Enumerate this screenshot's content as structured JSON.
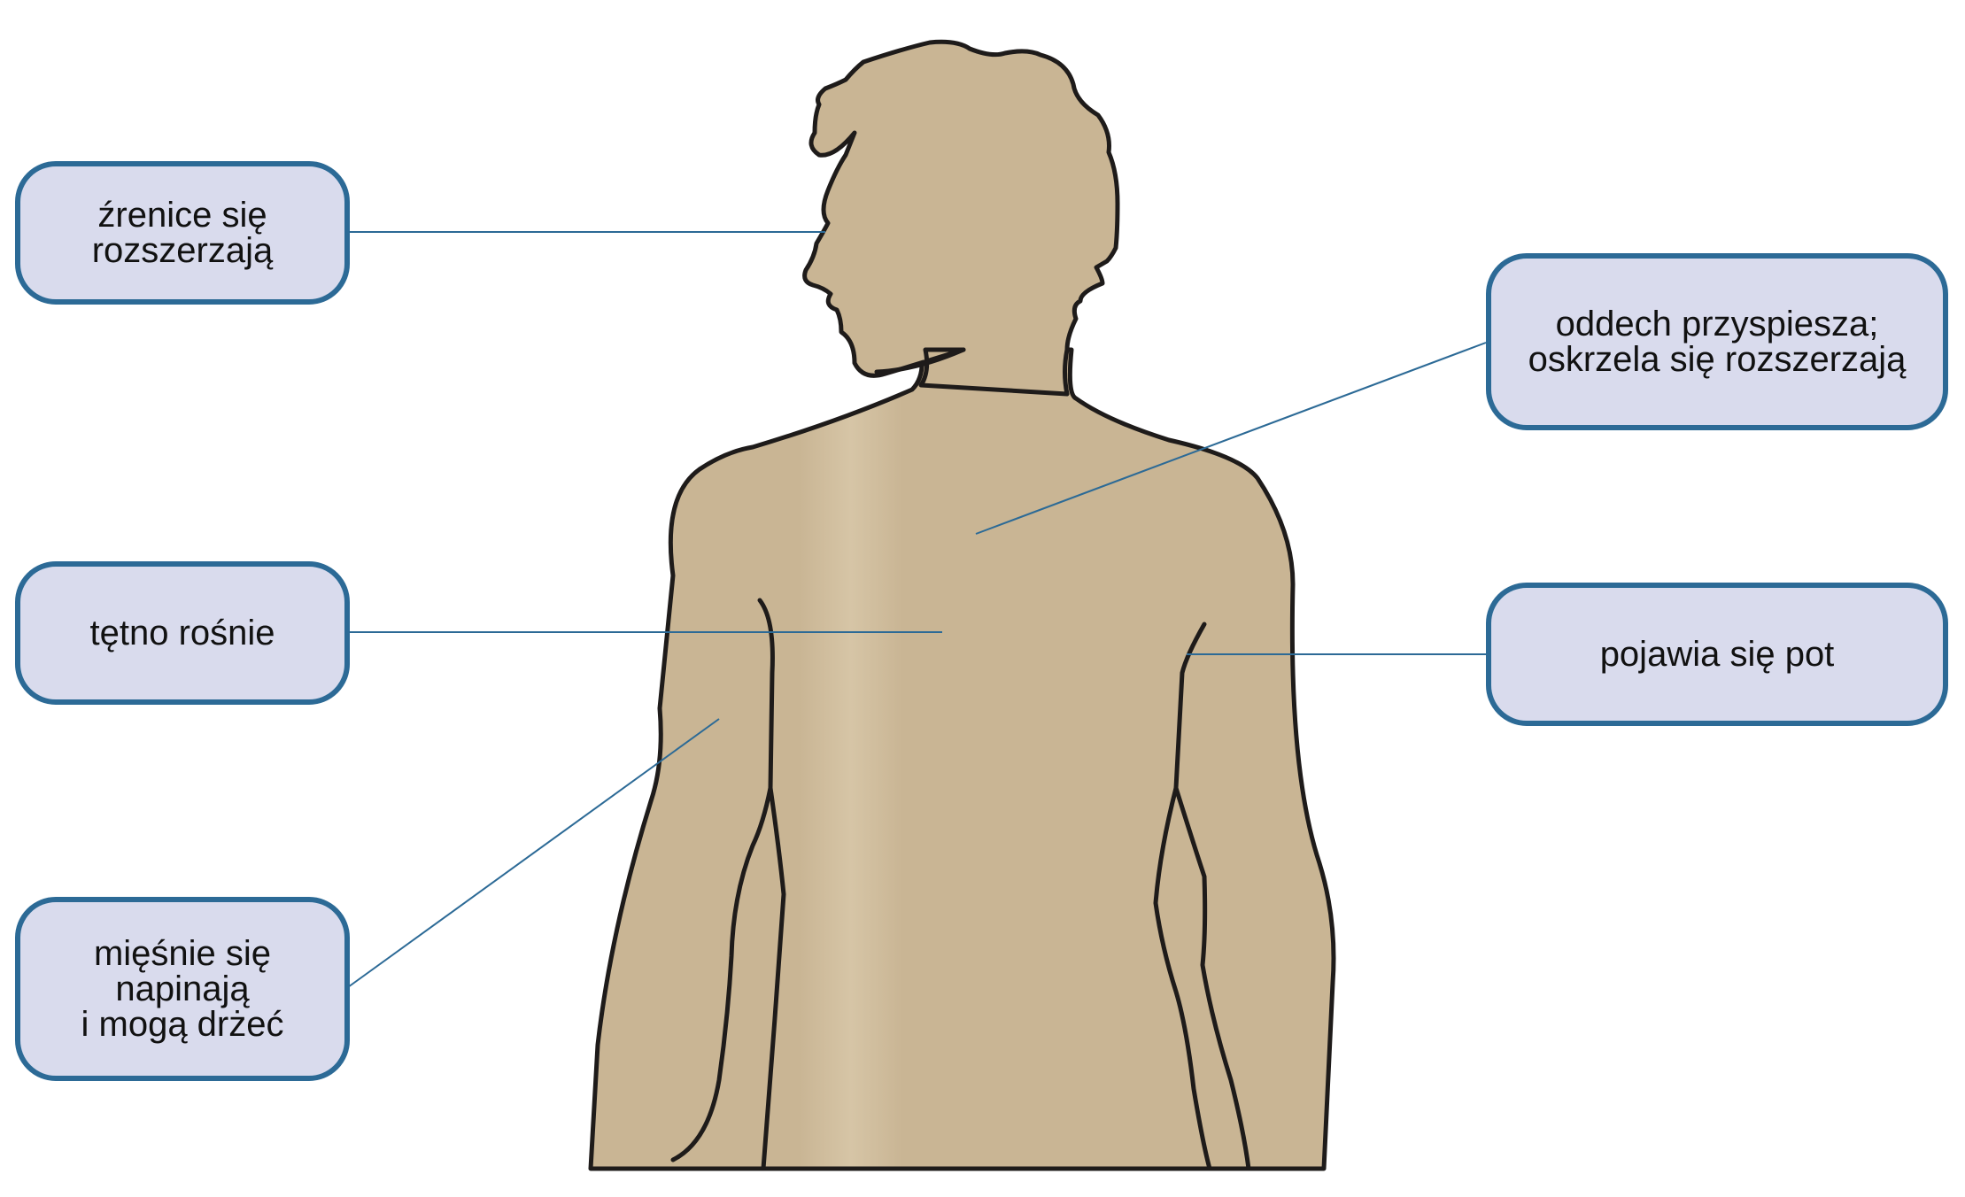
{
  "colors": {
    "skin": "#c9b594",
    "skin_highlight": "#dccbae",
    "outline": "#1e1b1a",
    "leader_line": "#2c6a96",
    "box_fill": "#d9dbed",
    "box_border": "#2c6a96",
    "text": "#111111"
  },
  "labels": {
    "pupils": [
      "źrenice się",
      "rozszerzają"
    ],
    "breathing": [
      "oddech przyspiesza;",
      "oskrzela się rozszerzają"
    ],
    "heart_rate": [
      "tętno rośnie"
    ],
    "sweat": [
      "pojawia się pot"
    ],
    "muscles": [
      "mięśnie się",
      "napinają",
      "i mogą drżeć"
    ]
  }
}
